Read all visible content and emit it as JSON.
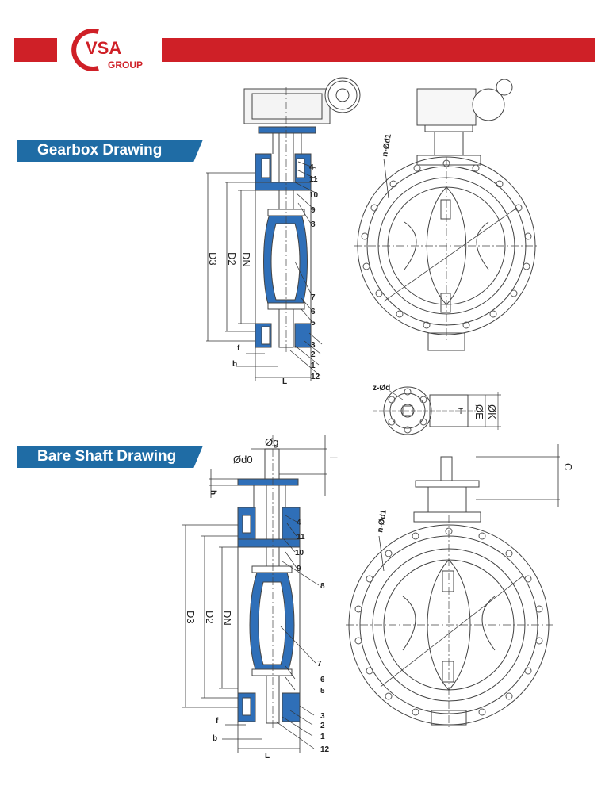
{
  "header": {
    "logo_main": "VSA",
    "logo_sub": "GROUP",
    "colors": {
      "brand_red": "#cf2027",
      "banner_blue": "#1f6ca5",
      "part_blue": "#2f6fb8"
    }
  },
  "sections": {
    "gearbox": {
      "title": "Gearbox Drawing"
    },
    "bare_shaft": {
      "title": "Bare Shaft Drawing"
    }
  },
  "gearbox_drawing": {
    "part_numbers": [
      "4",
      "11",
      "10",
      "9",
      "8",
      "7",
      "6",
      "5",
      "3",
      "2",
      "1",
      "12"
    ],
    "dims": {
      "D3": "D3",
      "D2": "D2",
      "DN": "DN",
      "f": "f",
      "b": "b",
      "L": "L",
      "bolt": "n-Ød1"
    }
  },
  "shaft_detail": {
    "zd": "z-Ød",
    "T": "T",
    "E": "ØE",
    "K": "ØK"
  },
  "bare_drawing": {
    "part_numbers": [
      "4",
      "11",
      "10",
      "9",
      "8",
      "7",
      "6",
      "5",
      "3",
      "2",
      "1",
      "12"
    ],
    "dims": {
      "g": "Øg",
      "d0": "Ød0",
      "l": "l",
      "h": "h",
      "C": "C",
      "D3": "D3",
      "D2": "D2",
      "DN": "DN",
      "f": "f",
      "b": "b",
      "L": "L",
      "bolt": "n-Ød1"
    }
  }
}
